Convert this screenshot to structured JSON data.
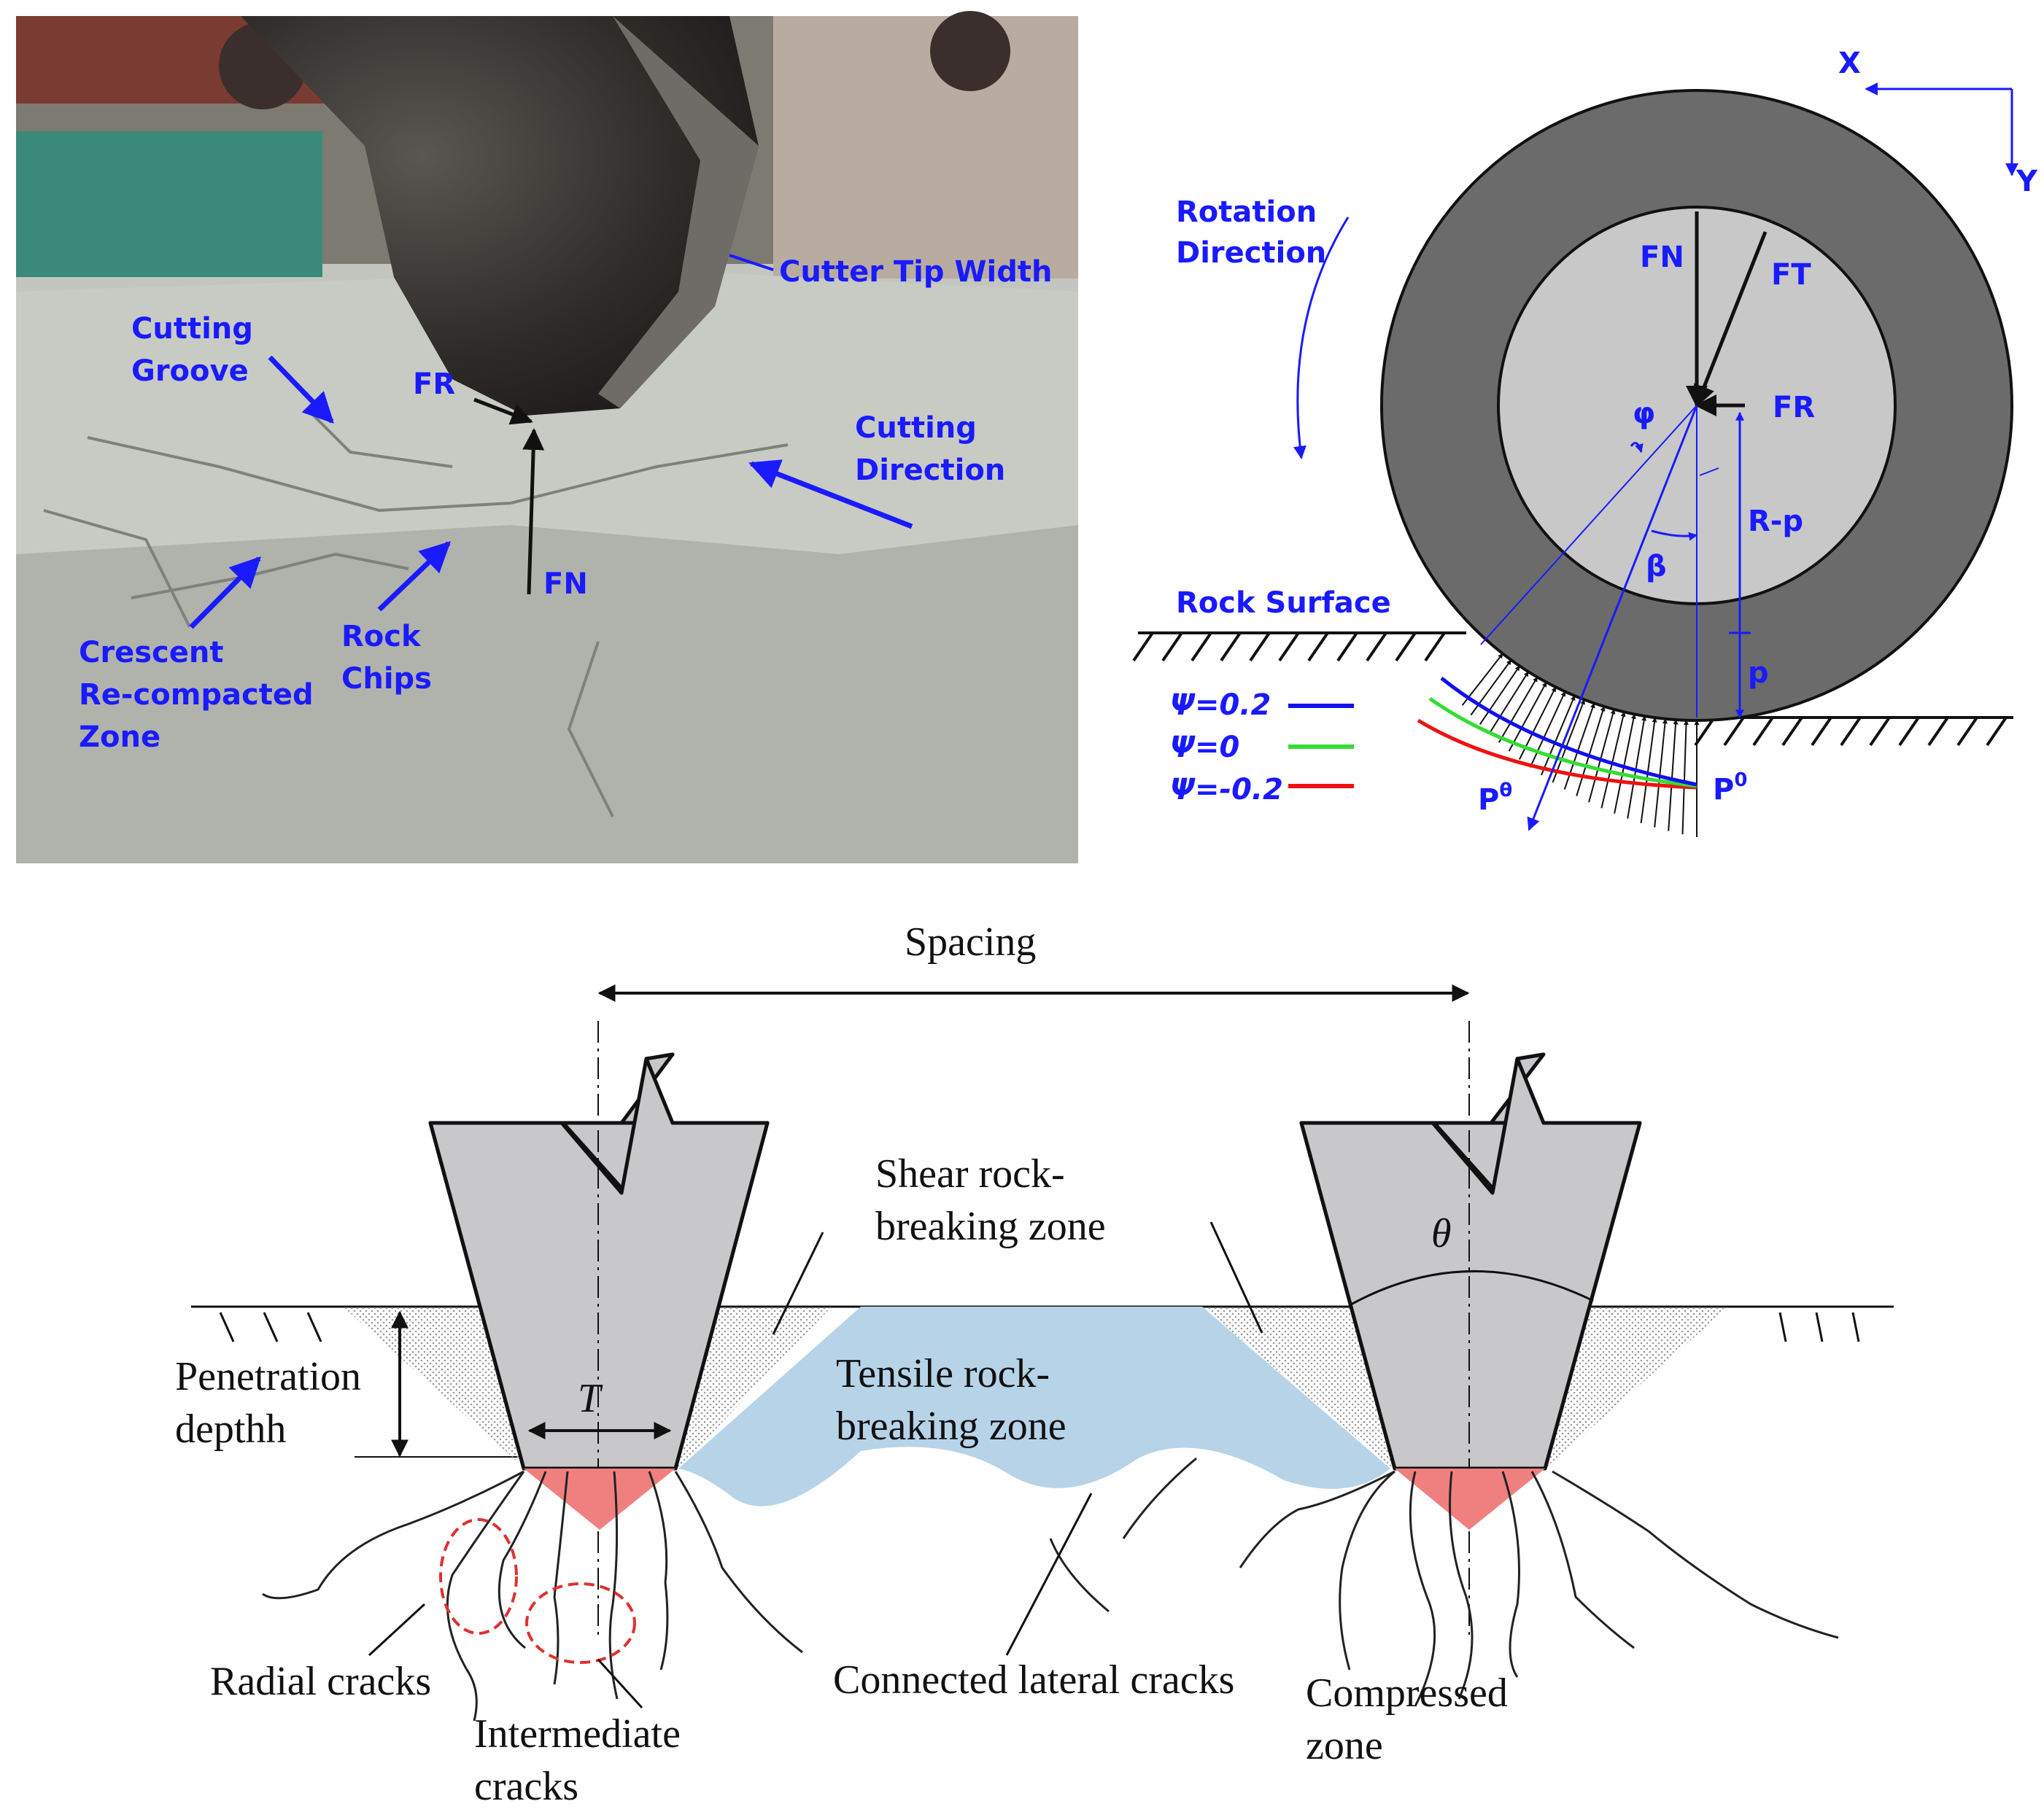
{
  "photo": {
    "labels": {
      "cutter_tip_width": "Cutter Tip Width",
      "cutting_groove_1": "Cutting",
      "cutting_groove_2": "Groove",
      "fr": "FR",
      "fn": "FN",
      "cutting_direction_1": "Cutting",
      "cutting_direction_2": "Direction",
      "crescent_1": "Crescent",
      "crescent_2": "Re-compacted",
      "crescent_3": "Zone",
      "rock_chips_1": "Rock",
      "rock_chips_2": "Chips"
    }
  },
  "cutter_diagram": {
    "axis_x": "X",
    "axis_y": "Y",
    "rotation_1": "Rotation",
    "rotation_2": "Direction",
    "fn": "FN",
    "ft": "FT",
    "fr": "FR",
    "phi": "φ",
    "beta": "β",
    "r_minus_p": "R-p",
    "p": "p",
    "rock_surface": "Rock Surface",
    "p_theta_base": "P",
    "p_theta_sup": "θ",
    "p0_base": "P",
    "p0_sup": "0",
    "legend": [
      {
        "label": "Ψ=0.2",
        "color": "#1010ee"
      },
      {
        "label": "Ψ=0",
        "color": "#33dd33"
      },
      {
        "label": "Ψ=-0.2",
        "color": "#ee1111"
      }
    ]
  },
  "rock_breaking": {
    "spacing": "Spacing",
    "shear_zone_1": "Shear rock-",
    "shear_zone_2": "breaking zone",
    "tensile_zone_1": "Tensile rock-",
    "tensile_zone_2": "breaking zone",
    "theta": "θ",
    "t": "T",
    "penetration_1": "Penetration",
    "penetration_2": "depthh",
    "radial_cracks": "Radial cracks",
    "intermediate_1": "Intermediate",
    "intermediate_2": "cracks",
    "connected_lateral": "Connected lateral cracks",
    "compressed_1": "Compressed",
    "compressed_2": "zone"
  }
}
